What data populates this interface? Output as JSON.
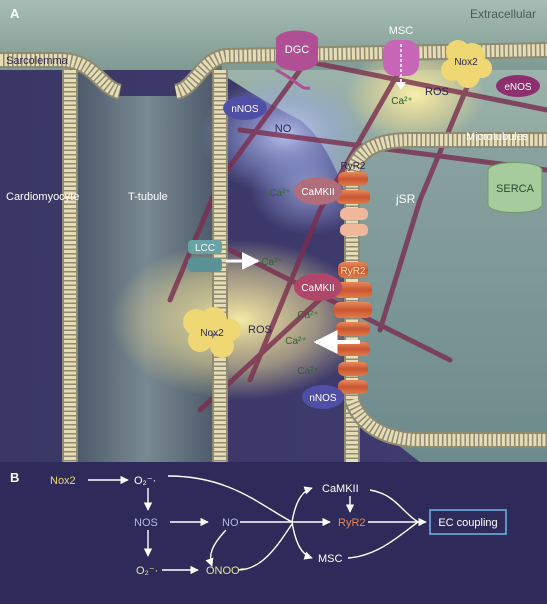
{
  "panel_a": {
    "letter": "A",
    "labels": {
      "extracellular": "Extracellular",
      "sarcolemma": "Sarcolemma",
      "cardiomyocyte": "Cardiomyocyte",
      "t_tubule": "T-tubule",
      "dgc": "DGC",
      "msc": "MSC",
      "nox2_top": "Nox2",
      "enos": "eNOS",
      "nnos_top": "nNOS",
      "no": "NO",
      "ros_top": "ROS",
      "ca_top": "Ca²⁺",
      "microtubules": "Microtubules",
      "ryr2_top": "RyR2",
      "camkii_top": "CaMKII",
      "ca_mid": "Ca²⁺",
      "jsr": "jSR",
      "serca": "SERCA",
      "lcc": "LCC",
      "ca_lcc": "Ca²⁺",
      "ryr2_mid": "RyR2",
      "camkii_mid": "CaMKII",
      "nox2_bottom": "Nox2",
      "ros_bottom": "ROS",
      "ca_b1": "Ca²⁺",
      "ca_b2": "Ca²⁺",
      "ca_b3": "Ca²⁺",
      "nnos_bottom": "nNOS"
    }
  },
  "panel_b": {
    "letter": "B",
    "nodes": {
      "nox2": "Nox2",
      "o2_top": "O₂⁻·",
      "nos": "NOS",
      "no": "NO",
      "o2_bottom": "O₂⁻·",
      "onoo": "ONOO⁻",
      "camkii": "CaMKII",
      "ryr2": "RyR2",
      "msc": "MSC",
      "ec_coupling": "EC coupling"
    }
  },
  "colors": {
    "background": "#2e2b5a",
    "extracellular": "#9fb6ad",
    "membrane_head": "#e6ddb6",
    "ryr2": "#d9643a",
    "nox2": "#efd873",
    "nnos": "#4f4fa8",
    "camkii": "#b06e7c",
    "dgc": "#b04f93",
    "serca": "#a6cc9d",
    "ec_box": "#6fb6e6"
  },
  "icons": [
    "nox2-cluster-icon",
    "ryr2-channel-icon",
    "lcc-channel-icon",
    "serca-pump-icon",
    "msc-channel-icon"
  ]
}
